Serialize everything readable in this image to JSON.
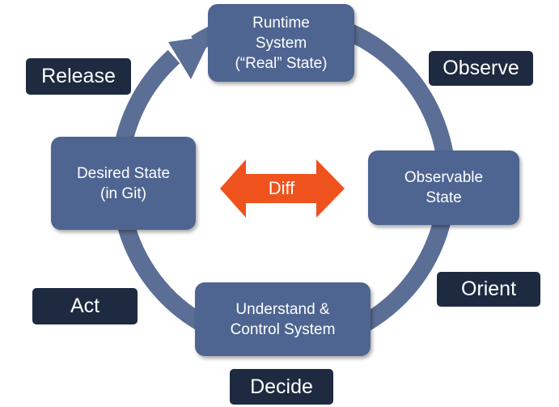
{
  "nodes": {
    "runtime": {
      "lines": [
        "Runtime",
        "System",
        "(“Real” State)"
      ]
    },
    "observable": {
      "lines": [
        "Observable",
        "State"
      ]
    },
    "control": {
      "lines": [
        "Understand &",
        "Control System"
      ]
    },
    "desired": {
      "lines": [
        "Desired State",
        "(in Git)"
      ]
    }
  },
  "phases": {
    "observe": "Observe",
    "orient": "Orient",
    "decide": "Decide",
    "act": "Act",
    "release": "Release"
  },
  "center": {
    "diff_label": "Diff"
  },
  "colors": {
    "ring": "#5b6e95",
    "node": "#4e6491",
    "tag": "#1e2a40",
    "diff_arrow": "#f0521e"
  }
}
